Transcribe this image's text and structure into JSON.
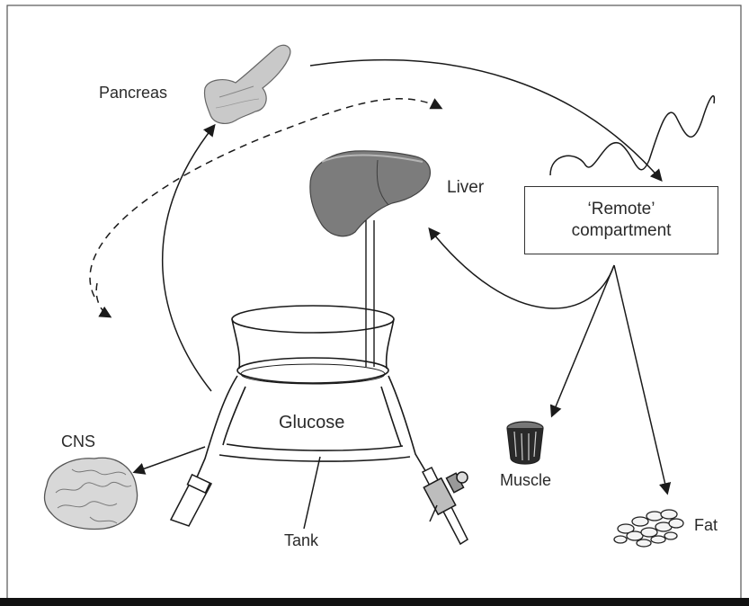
{
  "diagram": {
    "labels": {
      "pancreas": "Pancreas",
      "liver": "Liver",
      "remote_line1": "‘Remote’",
      "remote_line2": "compartment",
      "glucose": "Glucose",
      "cns": "CNS",
      "tank": "Tank",
      "muscle": "Muscle",
      "fat": "Fat"
    },
    "colors": {
      "line": "#1a1a1a",
      "organ_gray": "#8a8a8a",
      "organ_light": "#cfcfcf",
      "background": "#ffffff"
    },
    "icons": [
      "pancreas-icon",
      "liver-icon",
      "brain-icon",
      "muscle-icon",
      "fat-icon",
      "valve-icon"
    ]
  }
}
